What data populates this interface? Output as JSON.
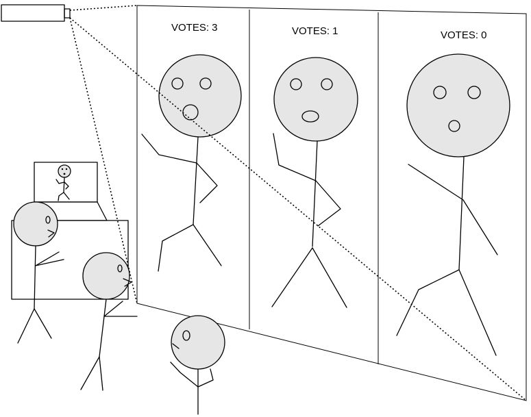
{
  "panels": [
    {
      "votes_label": "VOTES: 3"
    },
    {
      "votes_label": "VOTES: 1"
    },
    {
      "votes_label": "VOTES: 0"
    }
  ],
  "colors": {
    "face_fill": "#e6e6e6",
    "line": "#000000",
    "background": "#ffffff"
  }
}
